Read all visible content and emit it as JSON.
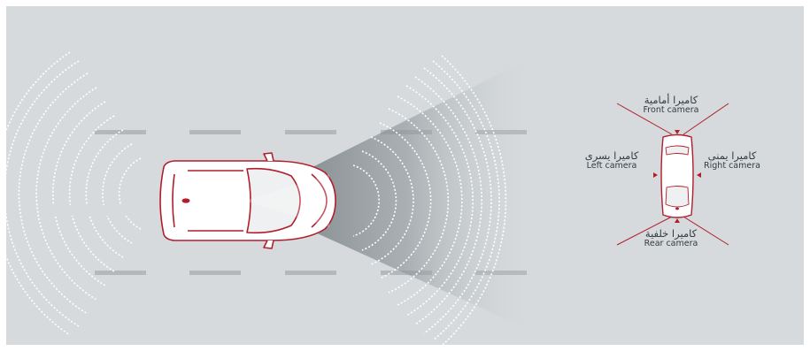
{
  "diagram": {
    "cameras": {
      "front": {
        "arabic": "كاميرا أمامية",
        "english": "Front camera"
      },
      "left": {
        "arabic": "كاميرا يسرى",
        "english": "Left camera"
      },
      "right": {
        "arabic": "كاميرا يمنى",
        "english": "Right camera"
      },
      "rear": {
        "arabic": "كاميرا خلفية",
        "english": "Rear camera"
      }
    },
    "colors": {
      "background": "#d6dadc",
      "car_outline": "#b01e2d",
      "lane_marks": "#b4b8bb",
      "waves": "#ffffff",
      "beam": "#6e767b"
    }
  }
}
